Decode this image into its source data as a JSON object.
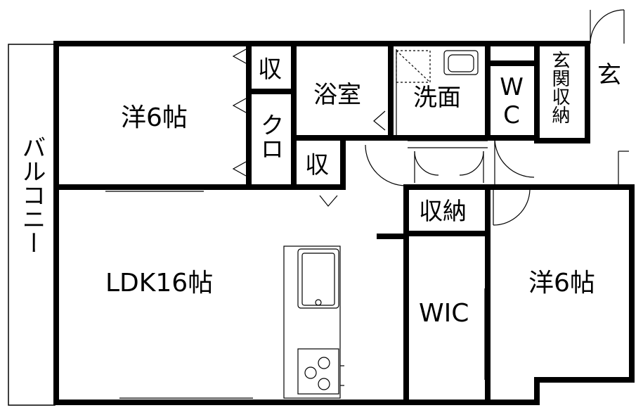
{
  "rooms": {
    "western_left": "洋6帖",
    "storage_top_left": "収",
    "closet": "クロ",
    "bath": "浴室",
    "washroom": "洗面",
    "wc": "WC",
    "entrance_storage": "玄関収納",
    "entrance": "玄",
    "storage_hall": "収",
    "storage_closet": "収納",
    "ldk": "LDK16帖",
    "wic": "WIC",
    "western_right": "洋6帖",
    "balcony": "バルコニー"
  }
}
